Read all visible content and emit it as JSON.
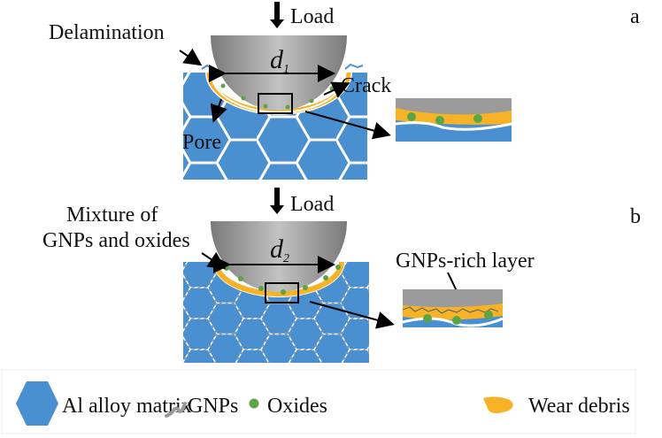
{
  "panel_a": {
    "letter": "a",
    "load": "Load",
    "delamination": "Delamination",
    "diameter": "d",
    "diameter_sub": "1",
    "crack": "Crack",
    "pore": "Pore"
  },
  "panel_b": {
    "letter": "b",
    "load": "Load",
    "mixture_line1": "Mixture of",
    "mixture_line2": "GNPs and oxides",
    "diameter": "d",
    "diameter_sub": "2",
    "gnps_rich": "GNPs-rich layer"
  },
  "legend": {
    "items": [
      {
        "label": "Al alloy matrix",
        "icon": "hexagon",
        "color": "#4a8fd0"
      },
      {
        "label": "GNPs",
        "icon": "gnp-squiggle",
        "color": "#9a9a9a"
      },
      {
        "label": "Oxides",
        "icon": "dot",
        "color": "#5aa546"
      },
      {
        "label": "Wear debris",
        "icon": "blob",
        "color": "#f7b325"
      }
    ]
  },
  "colors": {
    "matrix": "#4a8fd0",
    "ball": "#9b9b9b",
    "oxide": "#5aa546",
    "debris": "#f7b325"
  }
}
